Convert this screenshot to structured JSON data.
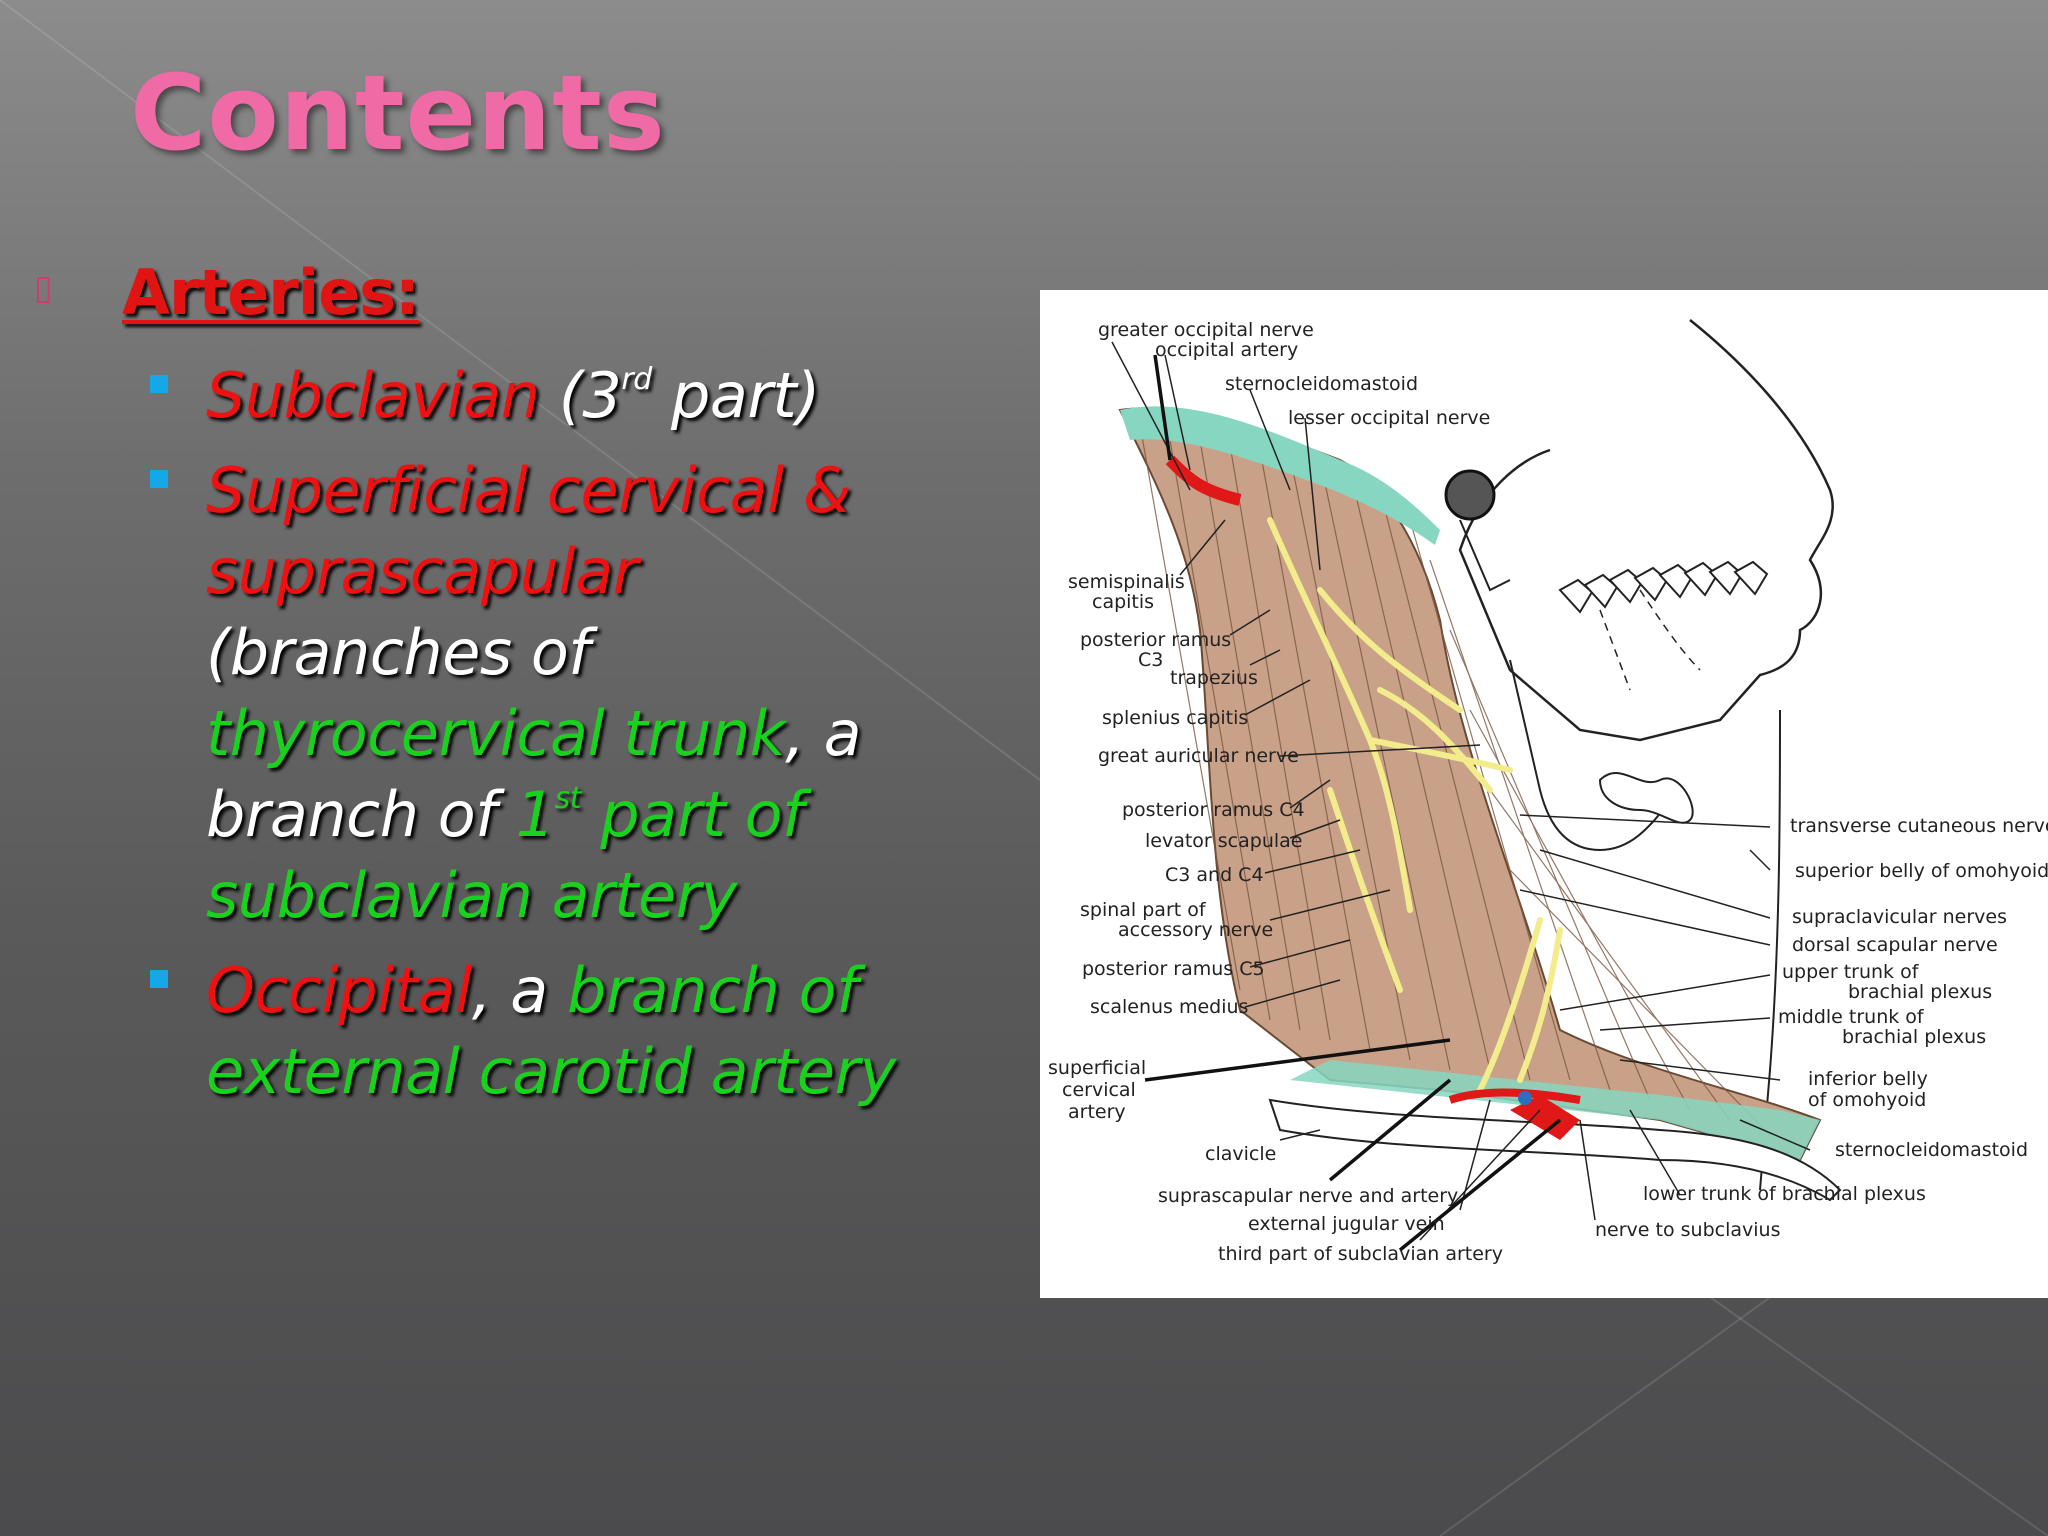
{
  "slide": {
    "title": "Contents",
    "section_heading": "Arteries:",
    "items": [
      {
        "parts": [
          {
            "text": "Subclavian",
            "color": "red"
          },
          {
            "text": " (3",
            "color": "white"
          },
          {
            "text": "rd",
            "color": "white",
            "sup": true
          },
          {
            "text": " part)",
            "color": "white"
          }
        ]
      },
      {
        "parts": [
          {
            "text": "Superficial cervical & suprascapular",
            "color": "red"
          },
          {
            "text": " (branches of ",
            "color": "white"
          },
          {
            "text": "thyrocervical trunk",
            "color": "green"
          },
          {
            "text": ", a branch of ",
            "color": "white"
          },
          {
            "text": "1",
            "color": "green"
          },
          {
            "text": "st",
            "color": "green",
            "sup": true
          },
          {
            "text": " part of subclavian artery",
            "color": "green"
          }
        ]
      },
      {
        "parts": [
          {
            "text": "Occipital",
            "color": "red"
          },
          {
            "text": ", a ",
            "color": "white"
          },
          {
            "text": "branch of external carotid artery",
            "color": "green"
          }
        ]
      }
    ],
    "colors": {
      "title": "#f06aa6",
      "heading": "#e11414",
      "red": "#ee1111",
      "white": "#ffffff",
      "green": "#18d21e",
      "bullet": "#14a8e8"
    }
  },
  "figure": {
    "labels": {
      "greater_occipital_nerve": "greater occipital nerve",
      "occipital_artery": "occipital artery",
      "sternocleidomastoid_top": "sternocleidomastoid",
      "lesser_occipital_nerve": "lesser occipital nerve",
      "semispinalis_1": "semispinalis",
      "semispinalis_2": "capitis",
      "posterior_ramus_c3_1": "posterior ramus",
      "posterior_ramus_c3_2": "C3",
      "trapezius": "trapezius",
      "splenius_capitis": "splenius capitis",
      "great_auricular_nerve": "great auricular nerve",
      "posterior_ramus_c4": "posterior ramus C4",
      "levator_scapulae": "levator scapulae",
      "c3_c4": "C3 and C4",
      "spinal_accessory_1": "spinal part of",
      "spinal_accessory_2": "accessory nerve",
      "posterior_ramus_c5": "posterior ramus C5",
      "scalenus_medius": "scalenus medius",
      "superficial_cervical_1": "superficial",
      "superficial_cervical_2": "cervical",
      "superficial_cervical_3": "artery",
      "clavicle": "clavicle",
      "suprascapular": "suprascapular nerve and artery",
      "external_jugular": "external jugular vein",
      "third_subclavian": "third part of subclavian artery",
      "nerve_to_subclavius": "nerve to subclavius",
      "lower_trunk": "lower trunk  of brachial plexus",
      "sternocleidomastoid_bottom": "sternocleidomastoid",
      "inferior_belly_1": "inferior belly",
      "inferior_belly_2": "of omohyoid",
      "middle_trunk_1": "middle trunk of",
      "middle_trunk_2": "brachial plexus",
      "upper_trunk_1": "upper trunk of",
      "upper_trunk_2": "brachial plexus",
      "dorsal_scapular": "dorsal scapular nerve",
      "supraclavicular": "supraclavicular nerves",
      "superior_belly": "superior belly of omohyoid",
      "transverse_cutaneous": "transverse cutaneous nerve"
    }
  }
}
